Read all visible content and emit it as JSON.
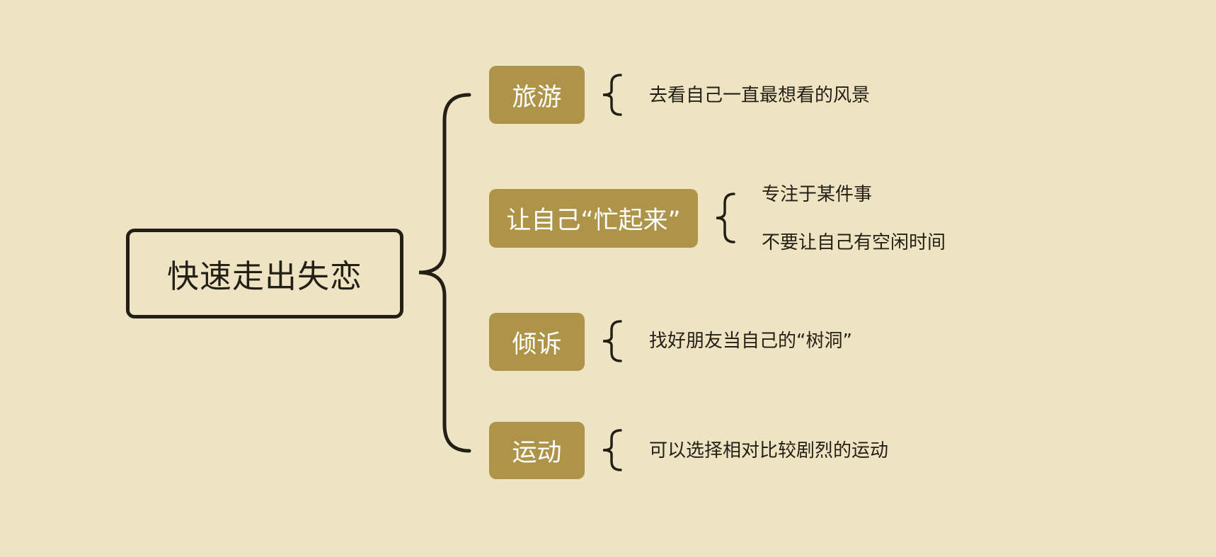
{
  "colors": {
    "background": "#EEE4C4",
    "line": "#231F14",
    "branch_fill": "#AE9448",
    "branch_text": "#FFFFFF"
  },
  "root": {
    "label": "快速走出失恋"
  },
  "branches": [
    {
      "label": "旅游",
      "leaves": [
        "去看自己一直最想看的风景"
      ]
    },
    {
      "label": "让自己“忙起来”",
      "leaves": [
        "专注于某件事",
        "不要让自己有空闲时间"
      ]
    },
    {
      "label": "倾诉",
      "leaves": [
        "找好朋友当自己的“树洞”"
      ]
    },
    {
      "label": "运动",
      "leaves": [
        "可以选择相对比较剧烈的运动"
      ]
    }
  ]
}
